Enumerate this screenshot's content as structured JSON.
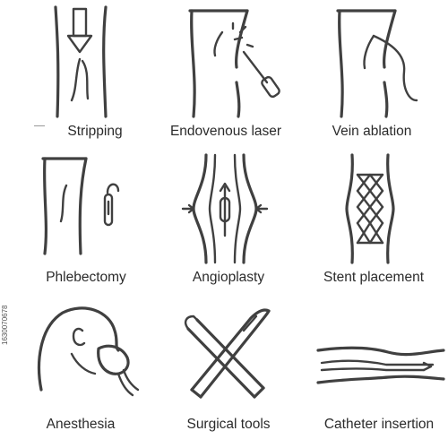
{
  "icons": [
    {
      "label": "Stripping",
      "icon": "vein-stripping-icon"
    },
    {
      "label": "Endovenous laser",
      "icon": "endovenous-laser-icon"
    },
    {
      "label": "Vein ablation",
      "icon": "vein-ablation-icon"
    },
    {
      "label": "Phlebectomy",
      "icon": "phlebectomy-icon"
    },
    {
      "label": "Angioplasty",
      "icon": "angioplasty-icon"
    },
    {
      "label": "Stent placement",
      "icon": "stent-placement-icon"
    },
    {
      "label": "Anesthesia",
      "icon": "anesthesia-icon"
    },
    {
      "label": "Surgical tools",
      "icon": "surgical-tools-icon"
    },
    {
      "label": "Catheter insertion",
      "icon": "catheter-insertion-icon"
    }
  ],
  "stock_id": "1630070678",
  "colors": {
    "stroke": "#404040",
    "text": "#2b2b2b",
    "background": "#ffffff"
  }
}
